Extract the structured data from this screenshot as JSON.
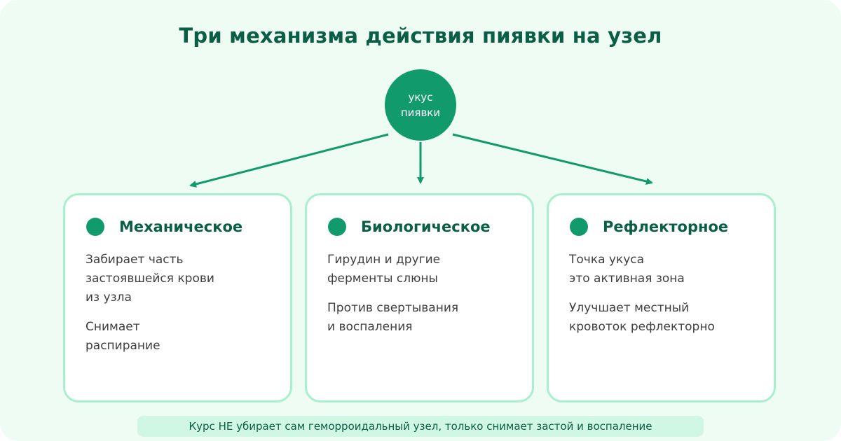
{
  "title": "Три механизма действия пиявки на узел",
  "center": {
    "label": "укус\nпиявки"
  },
  "cards": [
    {
      "heading": "Механическое",
      "paragraphs": [
        "Забирает часть\nзастоявшейся крови\nиз узла",
        "Снимает\nраспирание"
      ]
    },
    {
      "heading": "Биологическое",
      "paragraphs": [
        "Гирудин и другие\nферменты слюны",
        "Против свертывания\nи воспаления"
      ]
    },
    {
      "heading": "Рефлекторное",
      "paragraphs": [
        "Точка укуса\nэто активная зона",
        "Улучшает местный\nкровоток рефлекторно"
      ]
    }
  ],
  "footer": "Курс НЕ убирает сам геморроидальный узел, только снимает застой и воспаление",
  "colors": {
    "accent": "#119a6c",
    "heading": "#0b5e46",
    "background": "#eefcf4",
    "card_border": "#a8f0cd",
    "footer_bg": "#cff7e3"
  }
}
